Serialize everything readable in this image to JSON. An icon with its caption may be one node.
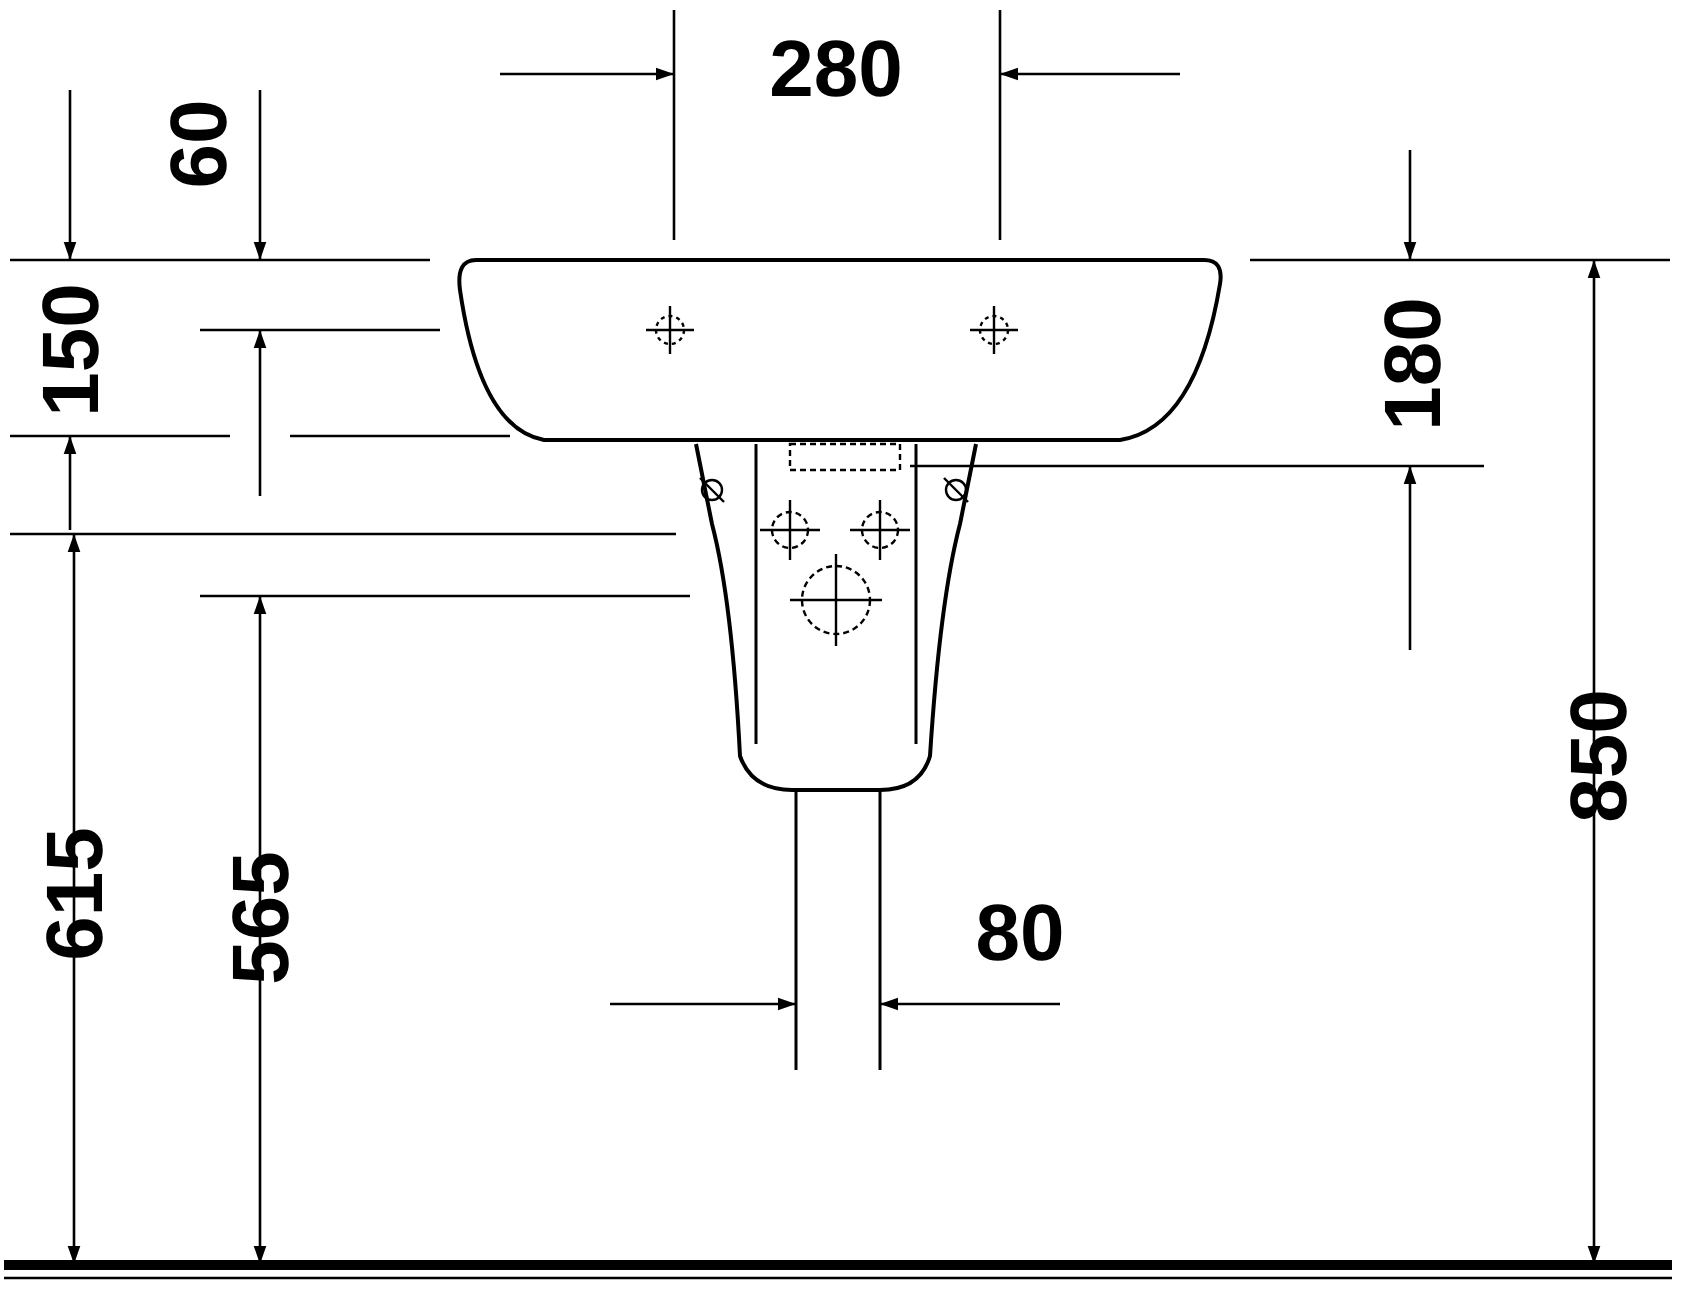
{
  "diagram": {
    "labels": [
      "280",
      "60",
      "150",
      "180",
      "850",
      "615",
      "565",
      "80"
    ]
  }
}
